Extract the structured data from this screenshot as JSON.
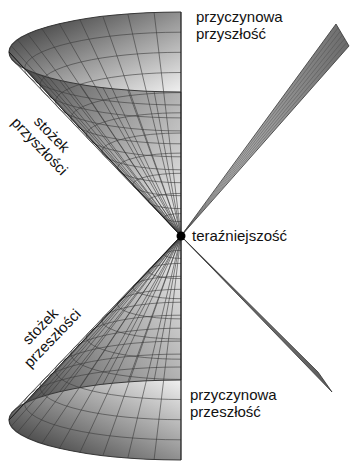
{
  "diagram": {
    "labels": [
      "przyczynowa przyszłość",
      "stożek przyszłości",
      "teraźniejszość",
      "stożek przeszłości",
      "przyczynowa przeszłość"
    ]
  }
}
